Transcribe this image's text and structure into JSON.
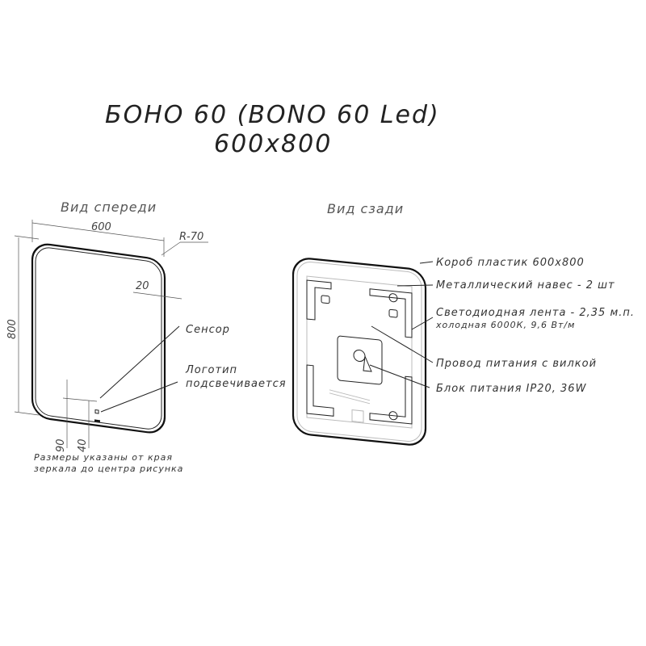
{
  "title": {
    "line1": "БОНО 60 (BONO 60 Led)",
    "line2": "600x800"
  },
  "front_view": {
    "heading": "Вид спереди",
    "dim_width": "600",
    "dim_height": "800",
    "dim_radius": "R-70",
    "dim_frame": "20",
    "dim_sensor": "90",
    "dim_logo": "40",
    "label_sensor": "Сенсор",
    "label_logo_1": "Логотип",
    "label_logo_2": "подсвечивается",
    "note_1": "Размеры указаны от края",
    "note_2": "зеркала до центра рисунка"
  },
  "back_view": {
    "heading": "Вид сзади",
    "labels": [
      "Короб пластик 600х800",
      "Металлический навес - 2 шт",
      "Светодиодная лента - 2,35 м.п.",
      "холодная 6000К, 9,6 Вт/м",
      "Провод питания с вилкой",
      "Блок питания IP20, 36W"
    ]
  }
}
